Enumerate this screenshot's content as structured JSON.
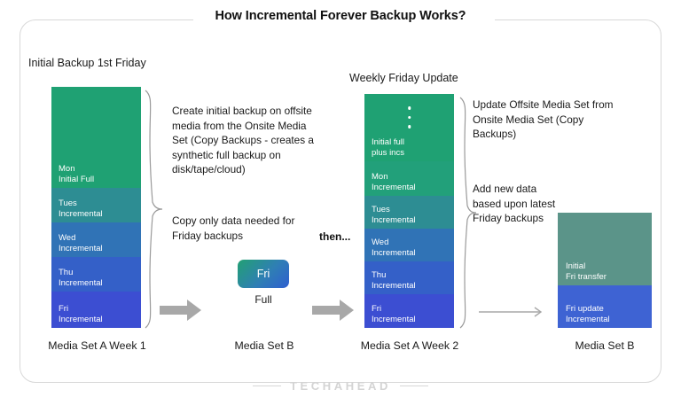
{
  "title": "How Incremental Forever Backup Works?",
  "headers": {
    "initial": "Initial Backup 1st Friday",
    "weekly": "Weekly Friday Update"
  },
  "stack1": {
    "caption": "Media Set A Week 1",
    "segments": [
      {
        "label": "Mon\nInitial Full",
        "color": "#1fa173"
      },
      {
        "label": "Tues\nIncremental",
        "color": "#2d8d93"
      },
      {
        "label": "Wed\nIncremental",
        "color": "#3073b6"
      },
      {
        "label": "Thu\nIncremental",
        "color": "#3460c8"
      },
      {
        "label": "Fri\nIncremental",
        "color": "#3c4ed2"
      }
    ]
  },
  "stack3": {
    "caption": "Media Set A Week 2",
    "segments": [
      {
        "label": "Initial full\nplus incs",
        "color": "#1fa173"
      },
      {
        "label": "Mon\nIncremental",
        "color": "#22a07a"
      },
      {
        "label": "Tues\nIncremental",
        "color": "#2d8d93"
      },
      {
        "label": "Wed\nIncremental",
        "color": "#3073b6"
      },
      {
        "label": "Thu\nIncremental",
        "color": "#3460c8"
      },
      {
        "label": "Fri\nIncremental",
        "color": "#3c4ed2"
      }
    ]
  },
  "block4": {
    "caption": "Media Set B",
    "segments": [
      {
        "label": "Initial\nFri transfer",
        "color": "#5b9489"
      },
      {
        "label": "Fri update\nIncremental",
        "color": "#3e63d3"
      }
    ]
  },
  "fri": {
    "pill_label": "Fri",
    "sub_label": "Full",
    "caption": "Media Set B"
  },
  "paragraphs": {
    "create": "Create initial backup on offsite media from the Onsite Media Set (Copy Backups - creates a synthetic full backup on disk/tape/cloud)",
    "copy": "Copy only data needed for Friday backups",
    "update": "Update Offsite Media Set from Onsite Media Set (Copy Backups)",
    "add": "Add new data based upon latest Friday backups"
  },
  "then_label": "then...",
  "footer": {
    "wordmark": "TECHAHEAD"
  },
  "colors": {
    "green": "#1fa173",
    "blue": "#3c4ed2",
    "teal_muted": "#5b9489",
    "arrow_gray": "#a8a8a8",
    "frame_gray": "#d8d8d8"
  }
}
